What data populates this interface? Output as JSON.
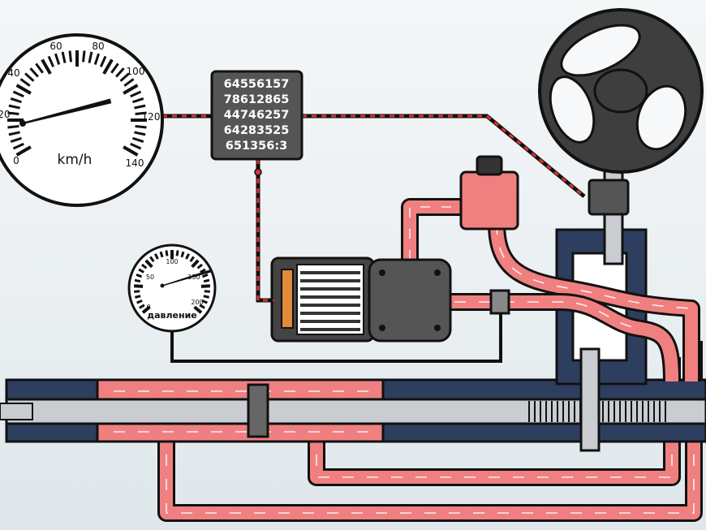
{
  "speedometer": {
    "ticks": [
      "20",
      "40",
      "60",
      "80",
      "100",
      "120",
      "140"
    ],
    "zero_label": "0",
    "unit": "km/h",
    "min_value": 0,
    "max_value": 140,
    "needle_value": 120
  },
  "ecu": {
    "lines": [
      "64556157",
      "78612865",
      "44746257",
      "64283525",
      "651356:3"
    ]
  },
  "pressure_gauge": {
    "ticks": [
      "0",
      "50",
      "100",
      "150",
      "200"
    ],
    "label": "давление",
    "min_value": 0,
    "max_value": 200,
    "needle_value": 160
  },
  "colors": {
    "fluid": "#f08080",
    "housing": "#2d3e5e",
    "rod": "#c9ccd0",
    "outline": "#111111",
    "wire_red": "#e03030",
    "wire_black": "#111111",
    "wheel": "#3e3e3e"
  }
}
